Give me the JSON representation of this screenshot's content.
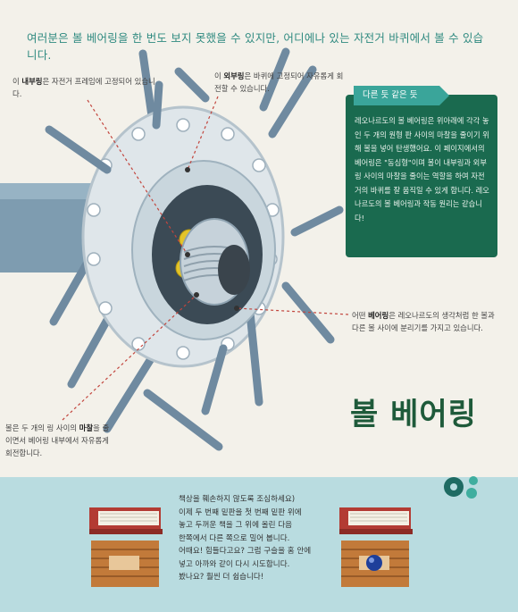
{
  "intro": "여러분은 볼 베어링을 한 번도 보지 못했을 수 있지만, 어디에나 있는 자전거 바퀴에서 볼 수 있습니다.",
  "callouts": {
    "inner_pre": "이 ",
    "inner_bold": "내부링",
    "inner_post": "은 자전거 프레임에 고정되어 있습니다.",
    "outer_pre": "이 ",
    "outer_bold": "외부링",
    "outer_post": "은 바퀴에 고정되어 자유롭게 회전할 수 있습니다.",
    "bearing_pre": "어떤 ",
    "bearing_bold": "베어링",
    "bearing_post": "은 레오나르도의 생각처럼 한 볼과 다른 볼 사이에 분리기를 가지고 있습니다.",
    "balls_pre": "볼은 두 개의 링 사이의 ",
    "balls_bold": "마찰",
    "balls_post": "을 줄이면서 베어링 내부에서 자유롭게 회전합니다."
  },
  "infobox": {
    "tag": "다른 듯 같은 듯",
    "body": "레오나르도의 볼 베어링은 위아래에 각각 놓인 두 개의 원형 판 사이의 마찰을 줄이기 위해 볼을 넣어 탄생했어요. 이 페이지에서의 베어링은 \"동심형\"이며 볼이 내부링과 외부링 사이의 마찰을 줄이는 역할을 하여 자전거의 바퀴를 잘 움직일 수 있게 합니다. 레오나르도의 볼 베어링과 작동 원리는 같습니다!"
  },
  "title": "볼 베어링",
  "experiment": {
    "lines": [
      "책상을 훼손하지 않도록 조심하세요)",
      "이제 두 번째 밑판을 첫 번째 밑판 위에",
      "놓고 두꺼운 책을 그 위에 올린 다음",
      "한쪽에서 다른 쪽으로 밀어 봅니다.",
      "어때요! 힘들다고요? 그럼 구슬을 홈 안에",
      "넣고 아까와 같이 다시 시도합니다.",
      "봤나요? 훨씬 더 쉽습니다!"
    ]
  },
  "colors": {
    "accent_teal": "#2f8a80",
    "box_green": "#1a6a4f",
    "title_green": "#1e5a3a",
    "band_blue": "#b9dce0"
  }
}
